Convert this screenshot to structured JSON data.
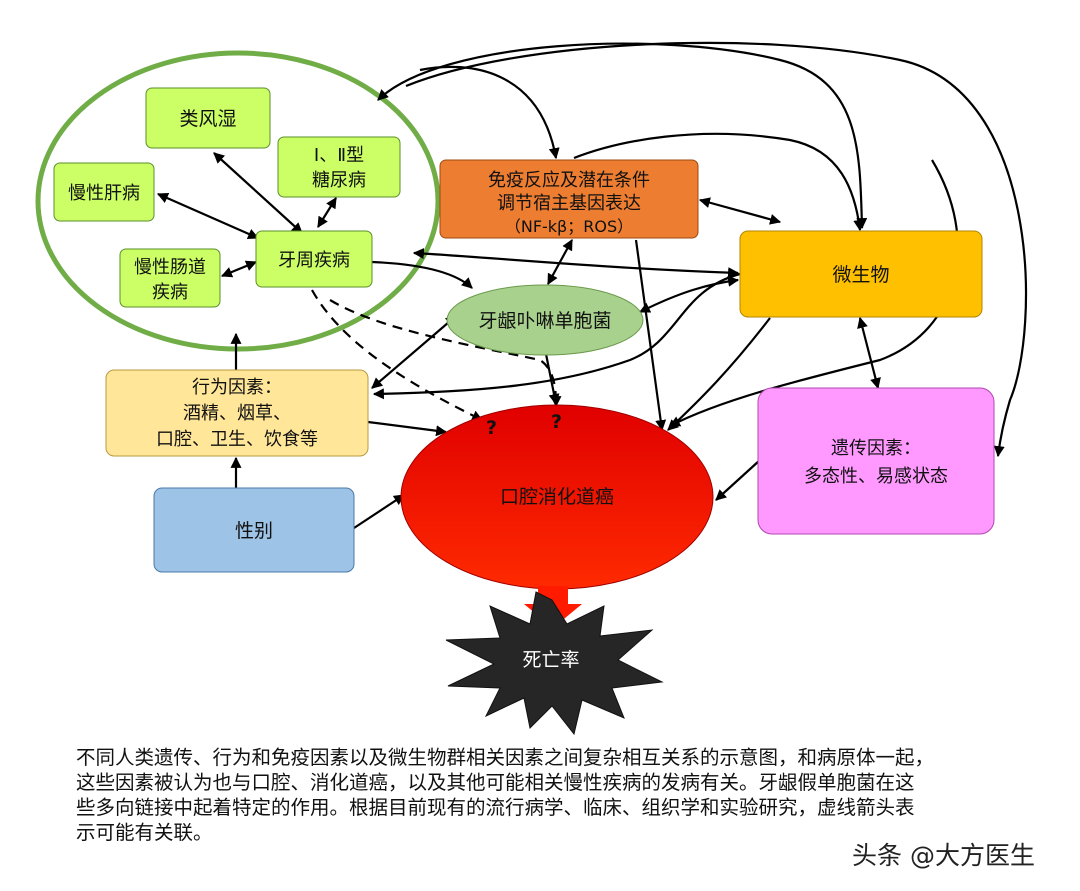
{
  "nodes": {
    "rheumatoid": "类风湿",
    "diabetes_line1": "Ⅰ、Ⅱ型",
    "diabetes_line2": "糖尿病",
    "liver": "慢性肝病",
    "intestinal_line1": "慢性肠道",
    "intestinal_line2": "疾病",
    "periodontal": "牙周疾病",
    "immune_line1": "免疫反应及潜在条件",
    "immune_line2": "调节宿主基因表达",
    "immune_line3": "（NF-kβ；ROS）",
    "microbe": "微生物",
    "porphyromonas": "牙龈卟啉单胞菌",
    "behavior_line1": "行为因素：",
    "behavior_line2": "酒精、烟草、",
    "behavior_line3": "口腔、卫生、饮食等",
    "genetic_line1": "遗传因素：",
    "genetic_line2": "多态性、易感状态",
    "gender": "性别",
    "cancer": "口腔消化道癌",
    "mortality": "死亡率",
    "question_1": "?",
    "question_2": "?"
  },
  "caption": [
    "不同人类遗传、行为和免疫因素以及微生物群相关因素之间复杂相互关系的示意图，和病原体一起，",
    "这些因素被认为也与口腔、消化道癌，以及其他可能相关慢性疾病的发病有关。牙龈假单胞菌在这",
    "些多向链接中起着特定的作用。根据目前现有的流行病学、临床、组织学和实验研究，虚线箭头表",
    "示可能有关联。"
  ],
  "watermark": "头条 @大方医生",
  "colors": {
    "disease_box": "#ccff66",
    "green_ring": "#70ad47",
    "immune": "#ed7d31",
    "microbe": "#ffc000",
    "porphyromonas": "#a9d18e",
    "behavior": "#ffe699",
    "genetic": "#ff99ff",
    "gender": "#9dc3e6",
    "cancer": "#ff0000",
    "mortality": "#262626"
  }
}
